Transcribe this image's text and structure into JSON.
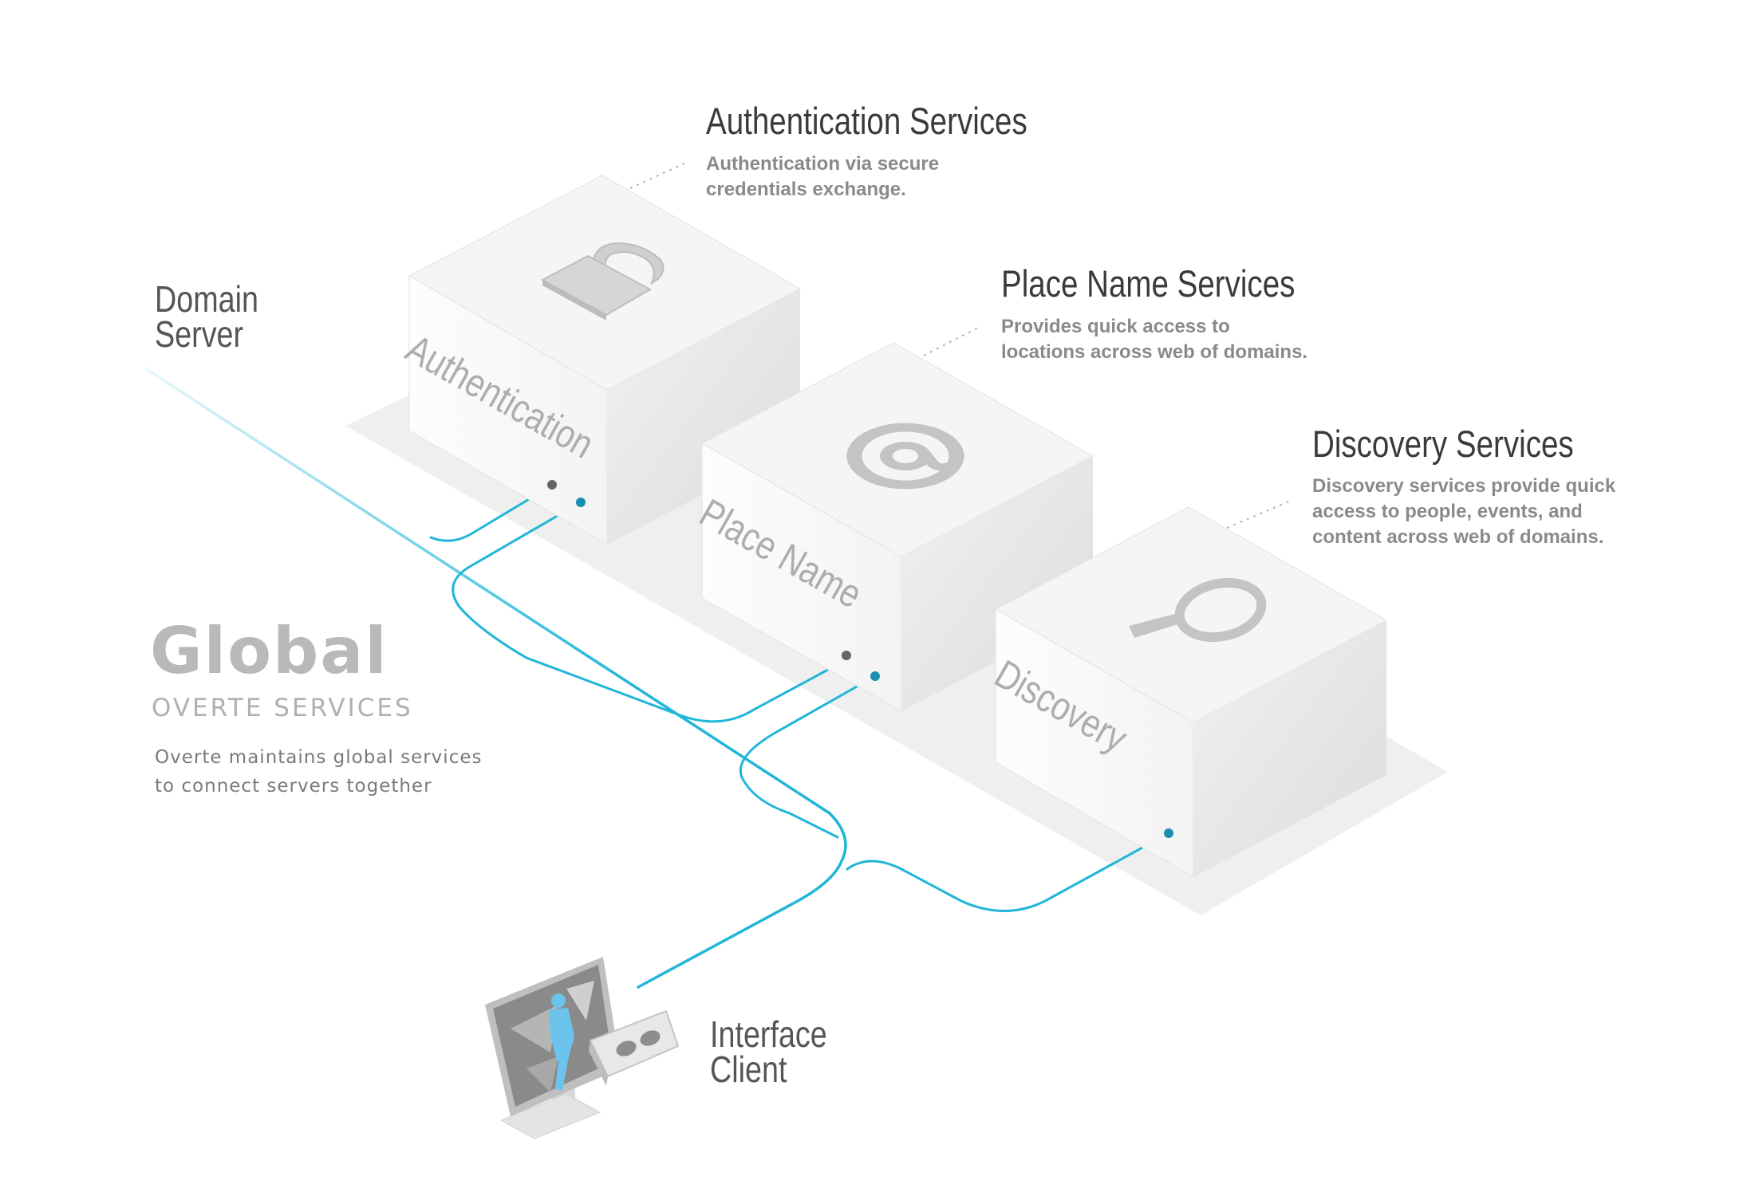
{
  "domain_server": {
    "label": "Domain\nServer"
  },
  "global": {
    "title": "Global",
    "subtitle": "OVERTE SERVICES",
    "description": "Overte maintains global services\nto connect servers together"
  },
  "services": {
    "authentication": {
      "title": "Authentication Services",
      "description": "Authentication via secure\ncredentials exchange.",
      "box_label": "Authentication",
      "icon": "lock-icon"
    },
    "place_name": {
      "title": "Place Name Services",
      "description": "Provides quick access to\nlocations across web of domains.",
      "box_label": "Place Name",
      "icon": "at-sign-icon"
    },
    "discovery": {
      "title": "Discovery Services",
      "description": "Discovery  services provide quick\naccess to people, events, and\ncontent  across web of domains.",
      "box_label": "Discovery",
      "icon": "magnifier-icon"
    }
  },
  "interface_client": {
    "label": "Interface\nClient",
    "icon": "monitor-vr-headset-icon"
  },
  "colors": {
    "connector": "#1fb6d8",
    "box_top": "#f4f4f4",
    "box_left": "#ffffff",
    "box_right": "#e6e6e6",
    "platform": "#efefef",
    "heading": "#3a3a3a",
    "muted": "#8a8a8a"
  }
}
